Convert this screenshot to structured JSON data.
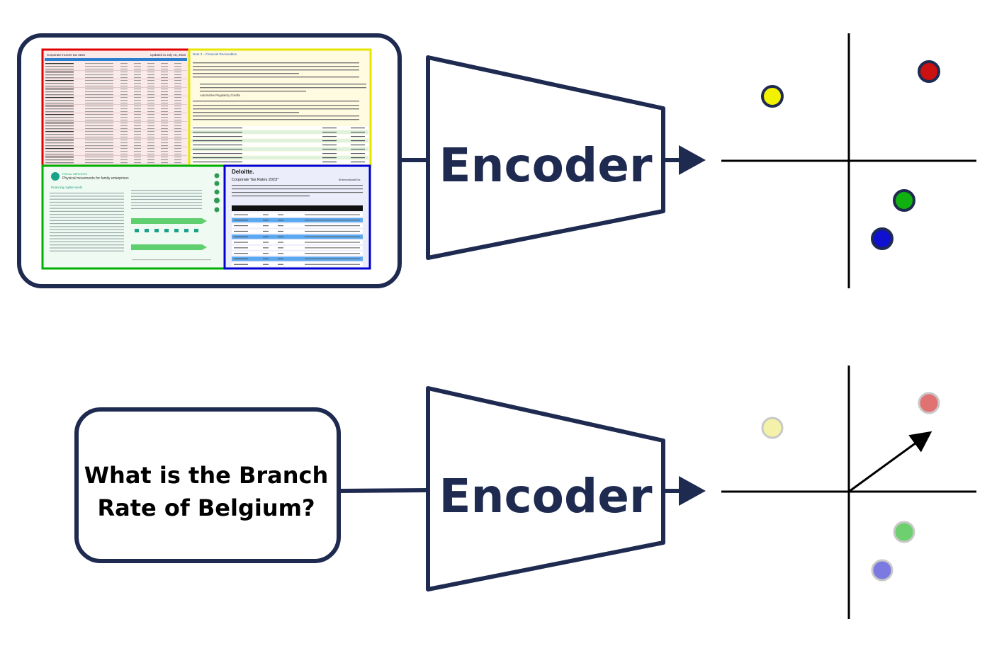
{
  "encoder_top": {
    "label": "Encoder"
  },
  "encoder_bottom": {
    "label": "Encoder"
  },
  "query": {
    "line1": "What is the Branch",
    "line2": "Rate of Belgium?"
  },
  "document_thumbnails": {
    "red_panel": {
      "title": "Corporate income tax rates",
      "date": "Updated to July 15, 2023"
    },
    "yellow_panel": {
      "title": "Note 2 – Financial Receivables",
      "heading": "Automotive Regulatory Credits"
    },
    "green_panel": {
      "title": "Physical movements for family enterprises",
      "label": "Financing capital needs"
    },
    "blue_panel": {
      "brand": "Deloitte.",
      "title": "Corporate Tax Rates 2023*",
      "tag": "#InternationalTax"
    }
  },
  "colors": {
    "frame": "#1e2a50",
    "red": "#cc1111",
    "yellow": "#f2f200",
    "green": "#10b010",
    "blue": "#1010d0",
    "red_faded": "#e07272",
    "yellow_faded": "#f4f2a8",
    "green_faded": "#6dcf6d",
    "blue_faded": "#7a7ae0"
  },
  "embedding_points_top": [
    {
      "name": "yellow-point",
      "color": "yellow"
    },
    {
      "name": "red-point",
      "color": "red"
    },
    {
      "name": "green-point",
      "color": "green"
    },
    {
      "name": "blue-point",
      "color": "blue"
    }
  ],
  "embedding_points_bottom": [
    {
      "name": "yellow-point-faded",
      "color": "yellow_faded"
    },
    {
      "name": "red-point-faded",
      "color": "red_faded"
    },
    {
      "name": "green-point-faded",
      "color": "green_faded"
    },
    {
      "name": "blue-point-faded",
      "color": "blue_faded"
    }
  ]
}
